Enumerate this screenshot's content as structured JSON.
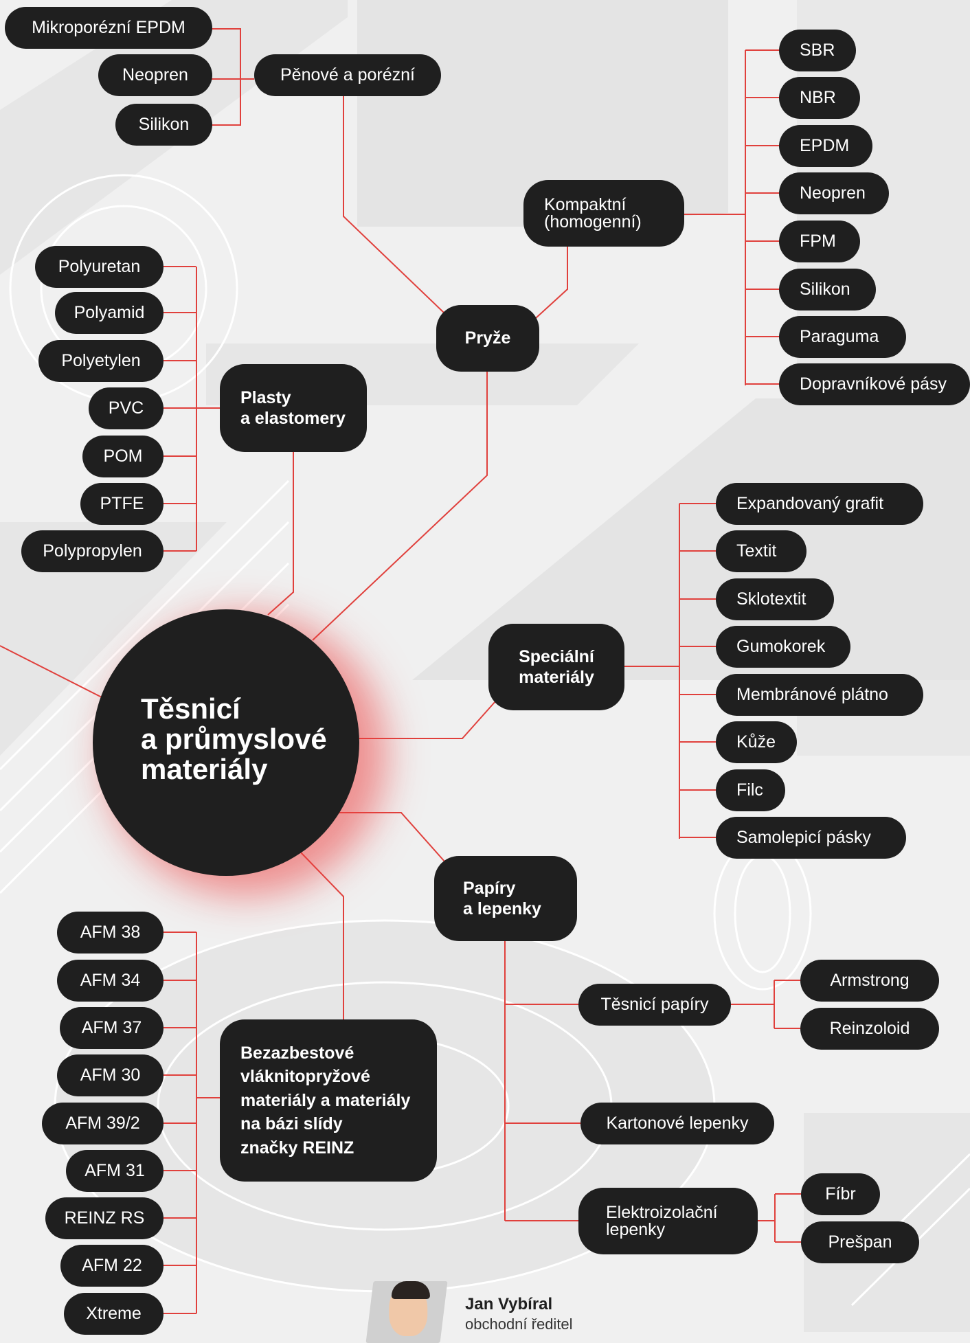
{
  "center": {
    "title": "Těsnicí\na průmyslové\nmateriály"
  },
  "hubs": {
    "penove": "Pěnové a porézní",
    "kompaktni": "Kompaktní\n(homogenní)",
    "pryze": "Pryže",
    "plasty": "Plasty\na elastomery",
    "specialni": "Speciální\nmateriály",
    "papiry": "Papíry\na lepenky",
    "bezazbestove": "Bezazbestové\nvláknitopryžové\nmateriály a materiály\nna bázi slídy\nznačky REINZ",
    "tesnici_papiry": "Těsnicí papíry",
    "kartonove": "Kartonové lepenky",
    "elektroizolacni": "Elektroizolační\nlepenky"
  },
  "penove_items": [
    "Mikroporézní EPDM",
    "Neopren",
    "Silikon"
  ],
  "kompaktni_items": [
    "SBR",
    "NBR",
    "EPDM",
    "Neopren",
    "FPM",
    "Silikon",
    "Paraguma",
    "Dopravníkové pásy"
  ],
  "plasty_items": [
    "Polyuretan",
    "Polyamid",
    "Polyetylen",
    "PVC",
    "POM",
    "PTFE",
    "Polypropylen"
  ],
  "specialni_items": [
    "Expandovaný grafit",
    "Textit",
    "Sklotextit",
    "Gumokorek",
    "Membránové plátno",
    "Kůže",
    "Filc",
    "Samolepicí pásky"
  ],
  "bezazbestove_items": [
    "AFM 38",
    "AFM 34",
    "AFM 37",
    "AFM 30",
    "AFM 39/2",
    "AFM 31",
    "REINZ RS",
    "AFM 22",
    "Xtreme"
  ],
  "tesnici_papiry_items": [
    "Armstrong",
    "Reinzoloid"
  ],
  "elektroizolacni_items": [
    "Fíbr",
    "Prešpan"
  ],
  "contact": {
    "name": "Jan Vybíral",
    "role": "obchodní ředitel"
  },
  "colors": {
    "node": "#1f1f1f",
    "connector": "#e0403c",
    "background": "#f0f0f0",
    "text": "#ffffff"
  }
}
